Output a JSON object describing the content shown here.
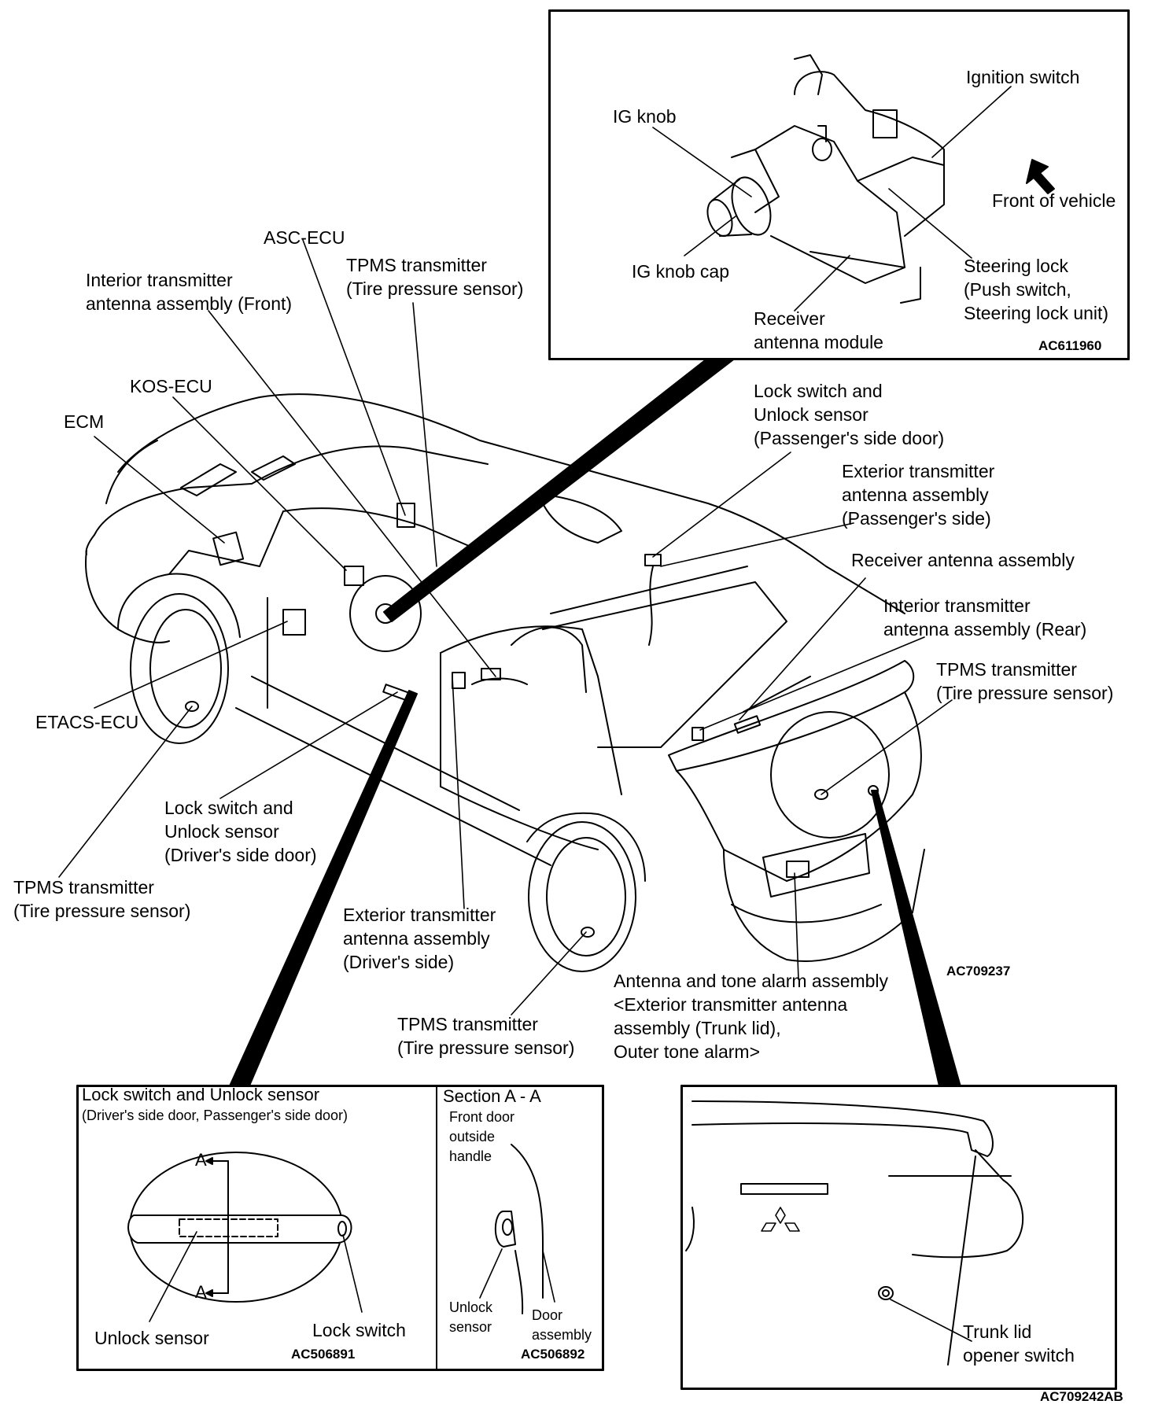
{
  "labels": {
    "ignition_switch": "Ignition switch",
    "ig_knob": "IG knob",
    "front_of_vehicle": "Front of vehicle",
    "ig_knob_cap": "IG knob cap",
    "steering_lock": "Steering lock\n(Push switch,\nSteering lock unit)",
    "receiver_antenna_module": "Receiver\nantenna module",
    "code_inset_top": "AC611960",
    "asc_ecu": "ASC-ECU",
    "tpms_top": "TPMS transmitter\n(Tire pressure sensor)",
    "interior_front": "Interior transmitter\nantenna assembly (Front)",
    "kos_ecu": "KOS-ECU",
    "ecm": "ECM",
    "lock_passenger": "Lock switch and\nUnlock sensor\n(Passenger's side door)",
    "exterior_passenger": "Exterior transmitter\nantenna assembly\n(Passenger's side)",
    "receiver_antenna_assembly": "Receiver antenna assembly",
    "interior_rear": "Interior transmitter\nantenna assembly (Rear)",
    "tpms_rear_right": "TPMS transmitter\n(Tire pressure sensor)",
    "etacs_ecu": "ETACS-ECU",
    "lock_driver": "Lock switch and\nUnlock sensor\n(Driver's side door)",
    "tpms_front_left": "TPMS transmitter\n(Tire pressure sensor)",
    "exterior_driver": "Exterior transmitter\nantenna assembly\n(Driver's side)",
    "code_main": "AC709237",
    "antenna_tone": "Antenna and tone alarm assembly\n<Exterior transmitter antenna\nassembly (Trunk lid),\nOuter tone alarm>",
    "tpms_rear_left": "TPMS transmitter\n(Tire pressure sensor)"
  },
  "inset_left": {
    "title": "Lock switch and Unlock sensor",
    "subtitle": "(Driver's side door, Passenger's side door)",
    "section_marker": "A",
    "unlock_sensor": "Unlock sensor",
    "lock_switch": "Lock switch",
    "code": "AC506891"
  },
  "inset_section": {
    "title": "Section A - A",
    "handle": "Front door\noutside\nhandle",
    "unlock_sensor": "Unlock\nsensor",
    "door_assembly": "Door\nassembly",
    "code": "AC506892"
  },
  "inset_right": {
    "trunk_switch": "Trunk lid\nopener switch"
  },
  "code_bottom": "AC709242AB"
}
